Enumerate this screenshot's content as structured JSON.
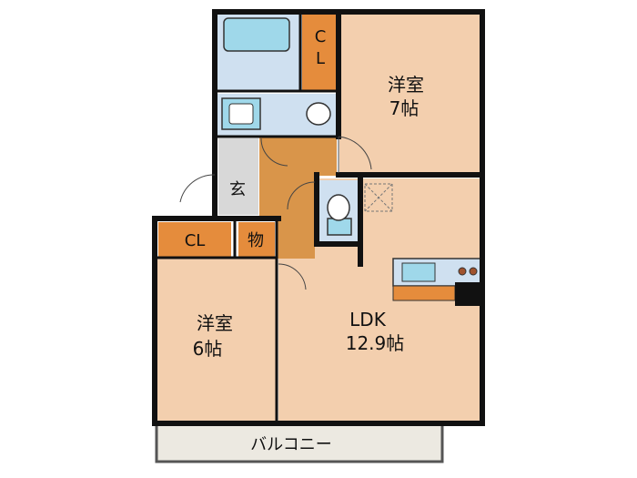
{
  "rooms": {
    "western_room_1": {
      "name": "洋室",
      "size": "7帖"
    },
    "western_room_2": {
      "name": "洋室",
      "size": "6帖"
    },
    "ldk": {
      "name": "LDK",
      "size": "12.9帖"
    },
    "closet_top": {
      "label_line1": "C",
      "label_line2": "L"
    },
    "closet_left": {
      "label": "CL"
    },
    "storage": {
      "label": "物"
    },
    "entrance": {
      "label": "玄"
    },
    "balcony": {
      "label": "バルコニー"
    }
  },
  "colors": {
    "wall": "#111111",
    "room_floor": "#f3cfae",
    "wood_floor": "#d9954a",
    "closet": "#e58c3c",
    "wet_area": "#cfe0f0",
    "fixture": "#9fd8ea",
    "tile": "#d8d8d8",
    "balcony": "#ece9e1"
  }
}
